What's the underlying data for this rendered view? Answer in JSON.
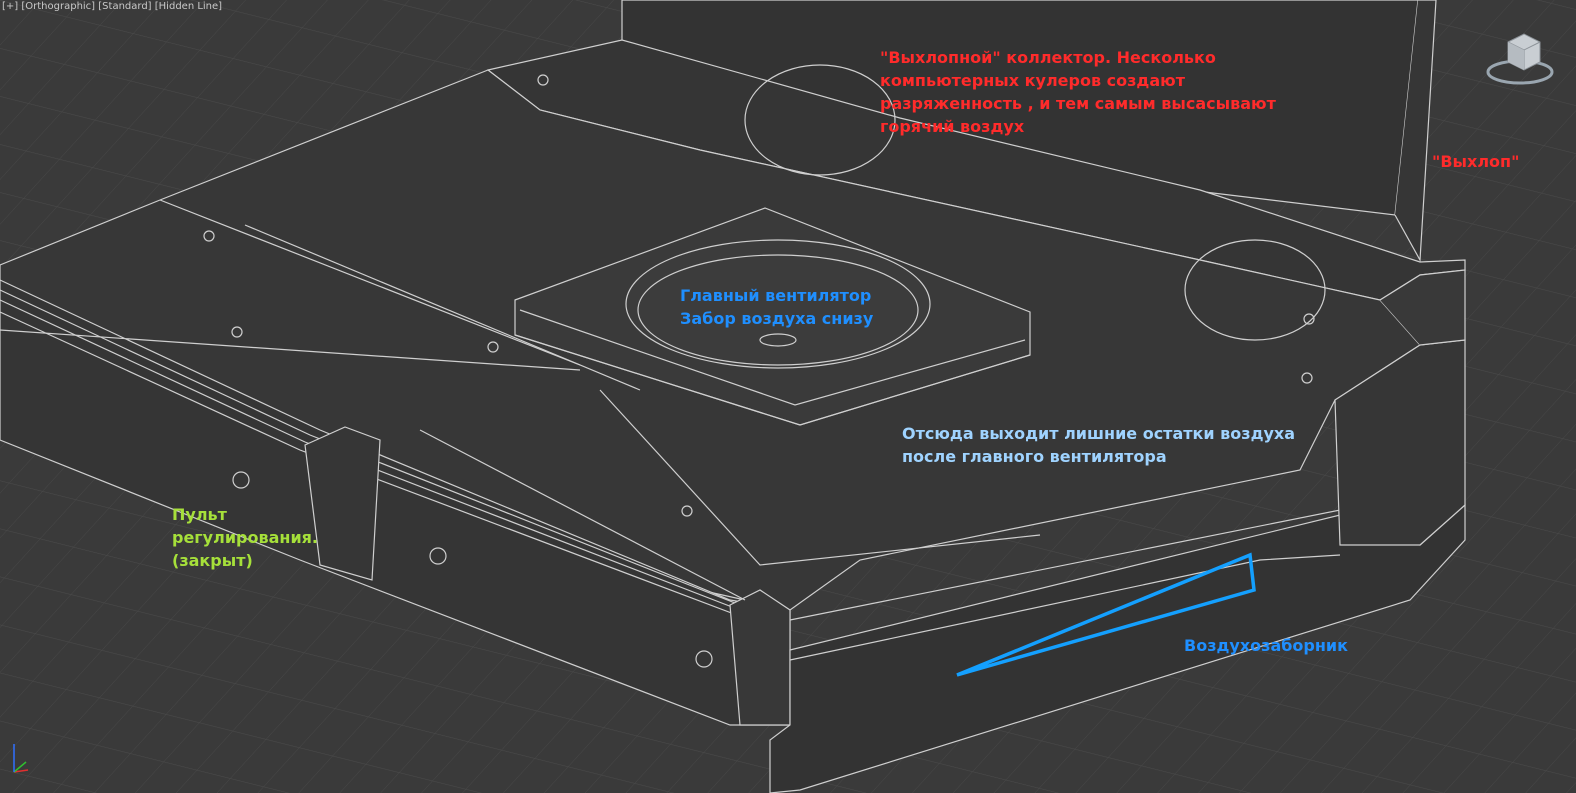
{
  "viewport": {
    "labels": [
      "[+]",
      "[Orthographic]",
      "[Standard]",
      "[Hidden Line]"
    ]
  },
  "colors": {
    "background": "#3a3a3a",
    "wire": "#d8d8d8",
    "red": "#ff2b2b",
    "blue": "#1f8fff",
    "lightblue": "#9fd3ff",
    "green": "#a6e03a",
    "highlight": "#14a0ff"
  },
  "annotations": {
    "exhaust_collector": {
      "lines": [
        "\"Выхлопной\" коллектор. Несколько",
        "компьютерных кулеров создают",
        "разряженность , и тем самым высасывают",
        "горячий воздух"
      ]
    },
    "exhaust": "\"Выхлоп\"",
    "main_fan": {
      "lines": [
        "Главный вентилятор",
        "Забор воздуха снизу"
      ]
    },
    "residual_air": {
      "lines": [
        "Отсюда выходит лишние остатки воздуха",
        "после главного вентилятора"
      ]
    },
    "control_panel": {
      "lines": [
        "Пульт",
        "регулирования.",
        "(закрыт)"
      ]
    },
    "air_intake": "Воздухозаборник"
  },
  "icons": {
    "viewcube": "viewcube-icon",
    "axis": "axis-gizmo-icon"
  }
}
